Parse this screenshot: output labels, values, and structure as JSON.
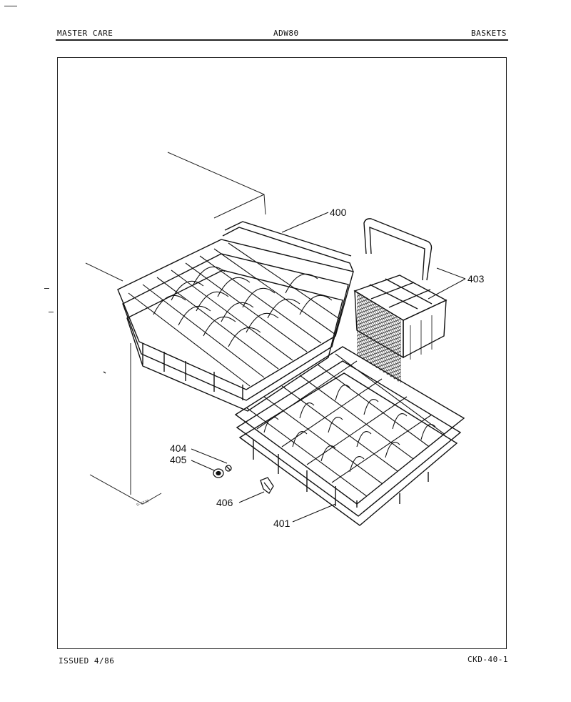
{
  "header": {
    "left": "MASTER CARE",
    "center": "ADW80",
    "right": "BASKETS"
  },
  "footer": {
    "left": "ISSUED 4/86",
    "right": "CKD-40-1"
  },
  "parts": [
    {
      "id": "p400",
      "label": "400"
    },
    {
      "id": "p403",
      "label": "403"
    },
    {
      "id": "p404",
      "label": "404"
    },
    {
      "id": "p405",
      "label": "405"
    },
    {
      "id": "p406",
      "label": "406"
    },
    {
      "id": "p401",
      "label": "401"
    }
  ],
  "colors": {
    "ink": "#111111",
    "paper": "#ffffff"
  }
}
